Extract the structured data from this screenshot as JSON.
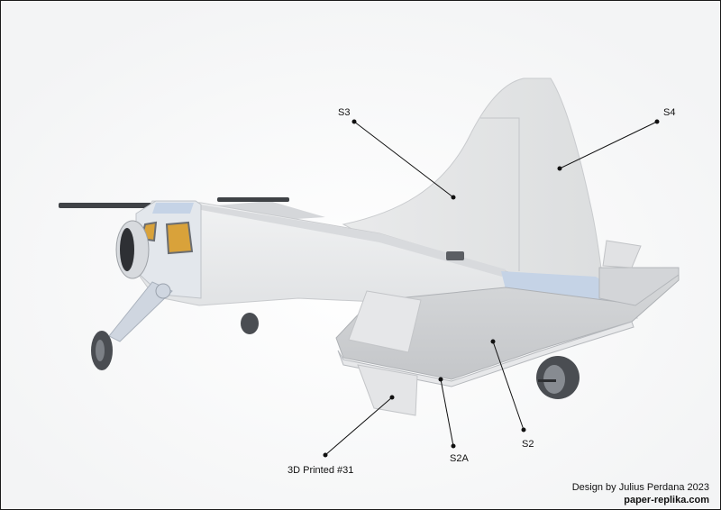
{
  "labels": {
    "s3": "S3",
    "s4": "S4",
    "s2": "S2",
    "s2a": "S2A",
    "printed": "3D Printed #31"
  },
  "credits": {
    "designer": "Design by Julius Perdana 2023",
    "website": "paper-replika.com"
  },
  "colors": {
    "outline": "#1a1a1a",
    "fuselage": "#e8eaec",
    "tail_fin": "#e2e3e5",
    "stabilizer": "#cfd1d4",
    "accent_blue": "#c5d3e6",
    "window_amber": "#d9a23a",
    "tire": "#4a4d52",
    "leader_line": "#111111"
  }
}
